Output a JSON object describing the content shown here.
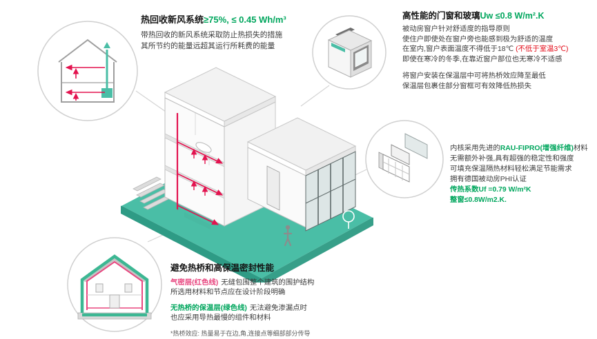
{
  "colors": {
    "accent_green": "#00A65D",
    "warning_red": "#E30613",
    "airtight_pink": "#E8467F",
    "platform_teal": "#4ABEA6",
    "platform_teal_dark": "#2E9B85",
    "duct_red": "#E3134F",
    "circle_outline_gray": "#CFCFCF"
  },
  "sections": {
    "heat_recovery": {
      "title": "热回收新风系统",
      "title_value": "≥75%, ≤ 0.45 Wh/m³",
      "l1": "带热回收的新风系统采取防止热损失的措施",
      "l2": "其所节约的能量远超其运行所耗费的能量"
    },
    "windows": {
      "title": "高性能的门窗和玻璃",
      "title_value": "Uw ≤0.8 W/m².K",
      "p1_l1": "被动房窗户针对舒适度的指导原则",
      "p1_l2": "使住户即使处在窗户旁也能感到极为舒适的温度",
      "p1_l3_a": "在室内,窗户表面温度不得低于18℃ ",
      "p1_l3_red": "(不低于室温3℃)",
      "p1_l4": "即使在寒冷的冬季,在靠近窗户部位也无寒冷不适感",
      "p2_l1": "将窗户安装在保温层中可将热桥效应降至最低",
      "p2_l2": "保温层包裹住部分窗框可有效降低热损失"
    },
    "frame_material": {
      "l1_a": "内核采用先进的",
      "l1_green": "RAU-FIPRO(增强纤维)",
      "l1_b": "材料",
      "l2": "无需额外补强,具有超强的稳定性和强度",
      "l3": "可填充保温隔热材料轻松满足节能需求",
      "l4": "拥有德国被动房PHI认证",
      "l5_green": "传热系数Uf =0.79 W/m²K",
      "l6_green": "整窗≤0.8W/m2.K."
    },
    "thermal_bridge": {
      "title": "避免热桥和高保温密封性能",
      "red_label": "气密层(红色线)",
      "l1_rest": "无缝包围整个建筑的围护结构",
      "l2": "所选用材料和节点应在设计阶段明确",
      "green_label": "无热桥的保温层(绿色线)",
      "l3_rest": "无法避免渗漏点时",
      "l4": "也应采用导热最慢的组件和材料",
      "footnote": "*热桥效应: 热量易于在边,角,连接点等细部部分传导"
    }
  }
}
